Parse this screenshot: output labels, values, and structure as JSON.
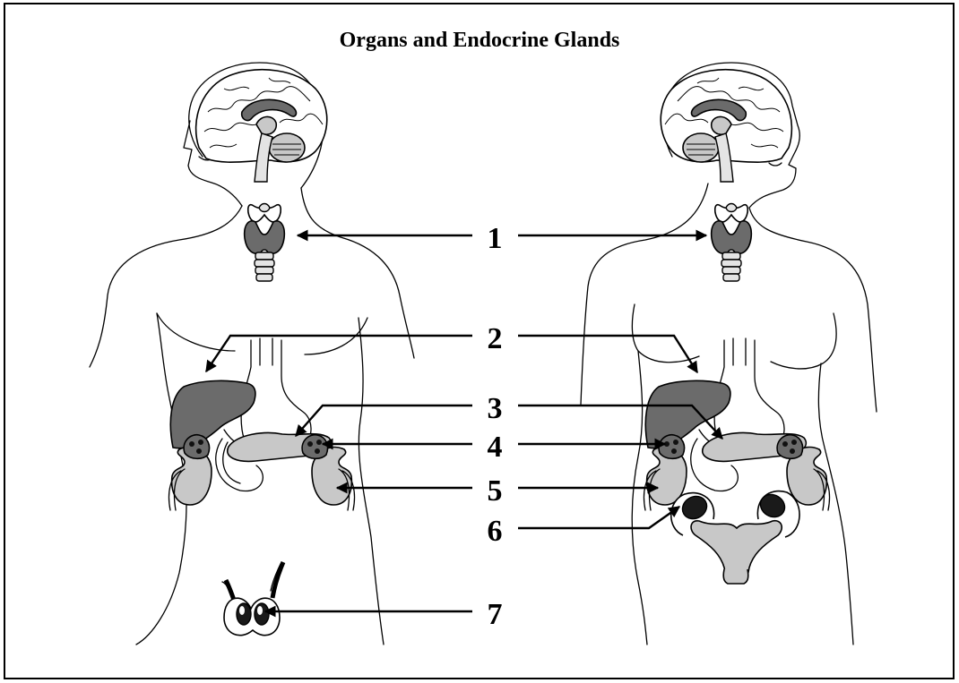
{
  "title": "Organs and Endocrine Glands",
  "labels": [
    "1",
    "2",
    "3",
    "4",
    "5",
    "6",
    "7"
  ]
}
